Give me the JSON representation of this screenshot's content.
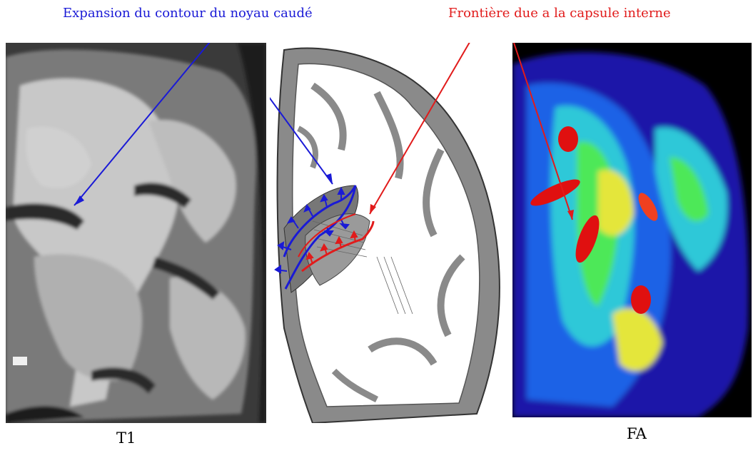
{
  "annotations": {
    "caudate_expansion": {
      "text": "Expansion du contour du noyau caudé",
      "color": "#1a1ad6"
    },
    "capsule_boundary": {
      "text": "Frontière due a la capsule interne",
      "color": "#e11b1b"
    }
  },
  "captions": {
    "t1": "T1",
    "fa": "FA"
  },
  "panels": [
    {
      "name": "T1 MRI coronal slice",
      "modality": "grayscale"
    },
    {
      "name": "Anatomical brain section drawing",
      "modality": "line-drawing"
    },
    {
      "name": "FA map",
      "modality": "color-map"
    }
  ]
}
